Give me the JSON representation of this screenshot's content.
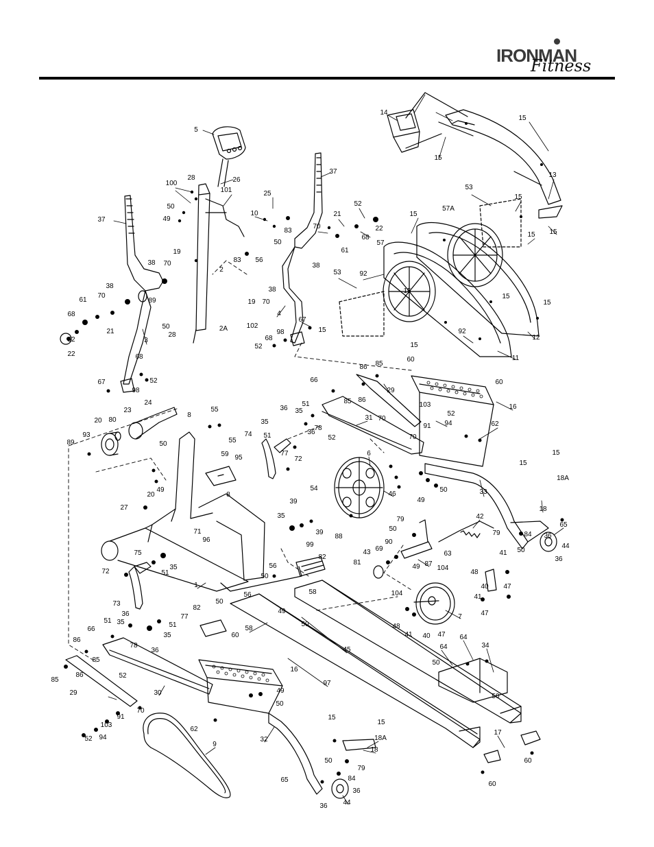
{
  "brand": {
    "name": "IRONMAN",
    "sub": "Fitness"
  },
  "labels": [
    [
      "14",
      560,
      167
    ],
    [
      "15",
      762,
      175
    ],
    [
      "15",
      639,
      233
    ],
    [
      "13",
      806,
      258
    ],
    [
      "15",
      807,
      341
    ],
    [
      "5",
      286,
      192
    ],
    [
      "28",
      279,
      262
    ],
    [
      "26",
      345,
      265
    ],
    [
      "100",
      250,
      270
    ],
    [
      "101",
      330,
      280
    ],
    [
      "37",
      486,
      253
    ],
    [
      "25",
      390,
      285
    ],
    [
      "37",
      148,
      323
    ],
    [
      "50",
      249,
      304
    ],
    [
      "49",
      243,
      322
    ],
    [
      "10",
      371,
      314
    ],
    [
      "83",
      420,
      339
    ],
    [
      "70",
      462,
      333
    ],
    [
      "21",
      492,
      315
    ],
    [
      "52",
      522,
      300
    ],
    [
      "68",
      533,
      349
    ],
    [
      "22",
      553,
      336
    ],
    [
      "61",
      503,
      368
    ],
    [
      "15",
      603,
      315
    ],
    [
      "53",
      684,
      276
    ],
    [
      "15",
      756,
      290
    ],
    [
      "15",
      775,
      345
    ],
    [
      "57A",
      654,
      307
    ],
    [
      "57",
      555,
      357
    ],
    [
      "50",
      405,
      356
    ],
    [
      "83",
      346,
      382
    ],
    [
      "56",
      378,
      382
    ],
    [
      "19",
      258,
      370
    ],
    [
      "70",
      244,
      387
    ],
    [
      "38",
      221,
      386
    ],
    [
      "38",
      461,
      390
    ],
    [
      "92",
      530,
      402
    ],
    [
      "53",
      492,
      400
    ],
    [
      "2",
      323,
      396
    ],
    [
      "38",
      160,
      420
    ],
    [
      "19",
      367,
      443
    ],
    [
      "70",
      388,
      443
    ],
    [
      "38",
      397,
      425
    ],
    [
      "89",
      222,
      441
    ],
    [
      "70",
      148,
      434
    ],
    [
      "61",
      121,
      440
    ],
    [
      "4",
      407,
      460
    ],
    [
      "15",
      738,
      435
    ],
    [
      "15",
      798,
      444
    ],
    [
      "15",
      594,
      427
    ],
    [
      "102",
      368,
      478
    ],
    [
      "2A",
      326,
      482
    ],
    [
      "68",
      104,
      461
    ],
    [
      "50",
      242,
      479
    ],
    [
      "67",
      441,
      469
    ],
    [
      "21",
      161,
      486
    ],
    [
      "15",
      470,
      484
    ],
    [
      "28",
      251,
      491
    ],
    [
      "98",
      409,
      487
    ],
    [
      "68",
      392,
      496
    ],
    [
      "52",
      104,
      498
    ],
    [
      "52",
      377,
      508
    ],
    [
      "3",
      213,
      499
    ],
    [
      "12",
      782,
      495
    ],
    [
      "92",
      674,
      486
    ],
    [
      "15",
      604,
      506
    ],
    [
      "11",
      752,
      525
    ],
    [
      "22",
      104,
      519
    ],
    [
      "68",
      203,
      523
    ],
    [
      "86",
      530,
      538
    ],
    [
      "85",
      553,
      533
    ],
    [
      "60",
      599,
      527
    ],
    [
      "60",
      728,
      560
    ],
    [
      "52",
      224,
      558
    ],
    [
      "67",
      148,
      560
    ],
    [
      "98",
      198,
      572
    ],
    [
      "66",
      458,
      557
    ],
    [
      "29",
      570,
      572
    ],
    [
      "85",
      507,
      588
    ],
    [
      "86",
      528,
      586
    ],
    [
      "16",
      748,
      596
    ],
    [
      "103",
      620,
      593
    ],
    [
      "52",
      658,
      606
    ],
    [
      "24",
      216,
      590
    ],
    [
      "51",
      446,
      592
    ],
    [
      "36",
      414,
      598
    ],
    [
      "35",
      436,
      602
    ],
    [
      "94",
      654,
      620
    ],
    [
      "8",
      276,
      608
    ],
    [
      "55",
      313,
      600
    ],
    [
      "91",
      623,
      624
    ],
    [
      "62",
      722,
      621
    ],
    [
      "20",
      143,
      616
    ],
    [
      "93",
      126,
      637
    ],
    [
      "80",
      164,
      615
    ],
    [
      "23",
      186,
      601
    ],
    [
      "78",
      464,
      627
    ],
    [
      "31",
      538,
      612
    ],
    [
      "70",
      557,
      613
    ],
    [
      "70",
      602,
      640
    ],
    [
      "89",
      103,
      648
    ],
    [
      "35",
      386,
      618
    ],
    [
      "36",
      454,
      633
    ],
    [
      "52",
      484,
      641
    ],
    [
      "55",
      339,
      645
    ],
    [
      "74",
      362,
      636
    ],
    [
      "51",
      390,
      638
    ],
    [
      "77",
      415,
      664
    ],
    [
      "72",
      435,
      672
    ],
    [
      "50",
      238,
      650
    ],
    [
      "59",
      328,
      665
    ],
    [
      "95",
      348,
      670
    ],
    [
      "6",
      538,
      664
    ],
    [
      "15",
      763,
      678
    ],
    [
      "15",
      811,
      663
    ],
    [
      "18A",
      821,
      700
    ],
    [
      "49",
      234,
      717
    ],
    [
      "8",
      333,
      724
    ],
    [
      "50",
      647,
      717
    ],
    [
      "49",
      614,
      732
    ],
    [
      "33",
      705,
      720
    ],
    [
      "20",
      220,
      724
    ],
    [
      "54",
      458,
      715
    ],
    [
      "46",
      572,
      723
    ],
    [
      "18",
      792,
      745
    ],
    [
      "27",
      181,
      743
    ],
    [
      "39",
      428,
      734
    ],
    [
      "35",
      410,
      755
    ],
    [
      "39",
      466,
      779
    ],
    [
      "79",
      584,
      760
    ],
    [
      "50",
      573,
      774
    ],
    [
      "42",
      700,
      756
    ],
    [
      "65",
      822,
      768
    ],
    [
      "71",
      288,
      778
    ],
    [
      "96",
      301,
      790
    ],
    [
      "88",
      494,
      785
    ],
    [
      "99",
      452,
      797
    ],
    [
      "36",
      799,
      784
    ],
    [
      "44",
      825,
      799
    ],
    [
      "36",
      815,
      818
    ],
    [
      "79",
      724,
      780
    ],
    [
      "50",
      760,
      805
    ],
    [
      "84",
      770,
      782
    ],
    [
      "43",
      535,
      808
    ],
    [
      "69",
      553,
      803
    ],
    [
      "90",
      567,
      793
    ],
    [
      "63",
      653,
      810
    ],
    [
      "41",
      734,
      809
    ],
    [
      "87",
      625,
      825
    ],
    [
      "49",
      607,
      829
    ],
    [
      "75",
      201,
      809
    ],
    [
      "72",
      154,
      836
    ],
    [
      "35",
      253,
      830
    ],
    [
      "51",
      241,
      838
    ],
    [
      "56",
      398,
      828
    ],
    [
      "82",
      470,
      815
    ],
    [
      "104",
      646,
      831
    ],
    [
      "48",
      692,
      837
    ],
    [
      "81",
      521,
      823
    ],
    [
      "40",
      707,
      858
    ],
    [
      "47",
      740,
      858
    ],
    [
      "41",
      697,
      873
    ],
    [
      "1",
      286,
      856
    ],
    [
      "50",
      386,
      843
    ],
    [
      "56",
      361,
      870
    ],
    [
      "58",
      456,
      866
    ],
    [
      "50",
      320,
      880
    ],
    [
      "104",
      579,
      868
    ],
    [
      "73",
      170,
      883
    ],
    [
      "36",
      183,
      898
    ],
    [
      "77",
      269,
      902
    ],
    [
      "82",
      287,
      889
    ],
    [
      "49",
      411,
      894
    ],
    [
      "50",
      445,
      913
    ],
    [
      "58",
      363,
      919
    ],
    [
      "47",
      707,
      897
    ],
    [
      "7",
      671,
      902
    ],
    [
      "48",
      578,
      916
    ],
    [
      "41",
      596,
      928
    ],
    [
      "40",
      622,
      930
    ],
    [
      "47",
      644,
      928
    ],
    [
      "51",
      157,
      908
    ],
    [
      "35",
      176,
      910
    ],
    [
      "51",
      252,
      914
    ],
    [
      "35",
      244,
      929
    ],
    [
      "66",
      133,
      920
    ],
    [
      "78",
      195,
      944
    ],
    [
      "36",
      226,
      951
    ],
    [
      "60",
      343,
      929
    ],
    [
      "45",
      506,
      950
    ],
    [
      "64",
      647,
      946
    ],
    [
      "64",
      676,
      932
    ],
    [
      "34",
      708,
      944
    ],
    [
      "50",
      636,
      969
    ],
    [
      "86",
      112,
      936
    ],
    [
      "85",
      140,
      965
    ],
    [
      "16",
      429,
      979
    ],
    [
      "85",
      80,
      994
    ],
    [
      "86",
      116,
      987
    ],
    [
      "52",
      179,
      988
    ],
    [
      "30",
      230,
      1013
    ],
    [
      "49",
      409,
      1010
    ],
    [
      "97",
      477,
      999
    ],
    [
      "29",
      107,
      1013
    ],
    [
      "50",
      408,
      1029
    ],
    [
      "50",
      723,
      1018
    ],
    [
      "70",
      205,
      1039
    ],
    [
      "91",
      176,
      1048
    ],
    [
      "62",
      283,
      1066
    ],
    [
      "103",
      155,
      1060
    ],
    [
      "32",
      385,
      1081
    ],
    [
      "15",
      484,
      1049
    ],
    [
      "15",
      556,
      1056
    ],
    [
      "52",
      129,
      1080
    ],
    [
      "94",
      150,
      1078
    ],
    [
      "17",
      726,
      1071
    ],
    [
      "18A",
      555,
      1079
    ],
    [
      "9",
      313,
      1088
    ],
    [
      "18",
      546,
      1096
    ],
    [
      "50",
      479,
      1112
    ],
    [
      "79",
      527,
      1123
    ],
    [
      "60",
      770,
      1112
    ],
    [
      "84",
      513,
      1138
    ],
    [
      "36",
      520,
      1156
    ],
    [
      "44",
      506,
      1173
    ],
    [
      "36",
      472,
      1178
    ],
    [
      "65",
      415,
      1140
    ],
    [
      "60",
      718,
      1146
    ]
  ]
}
